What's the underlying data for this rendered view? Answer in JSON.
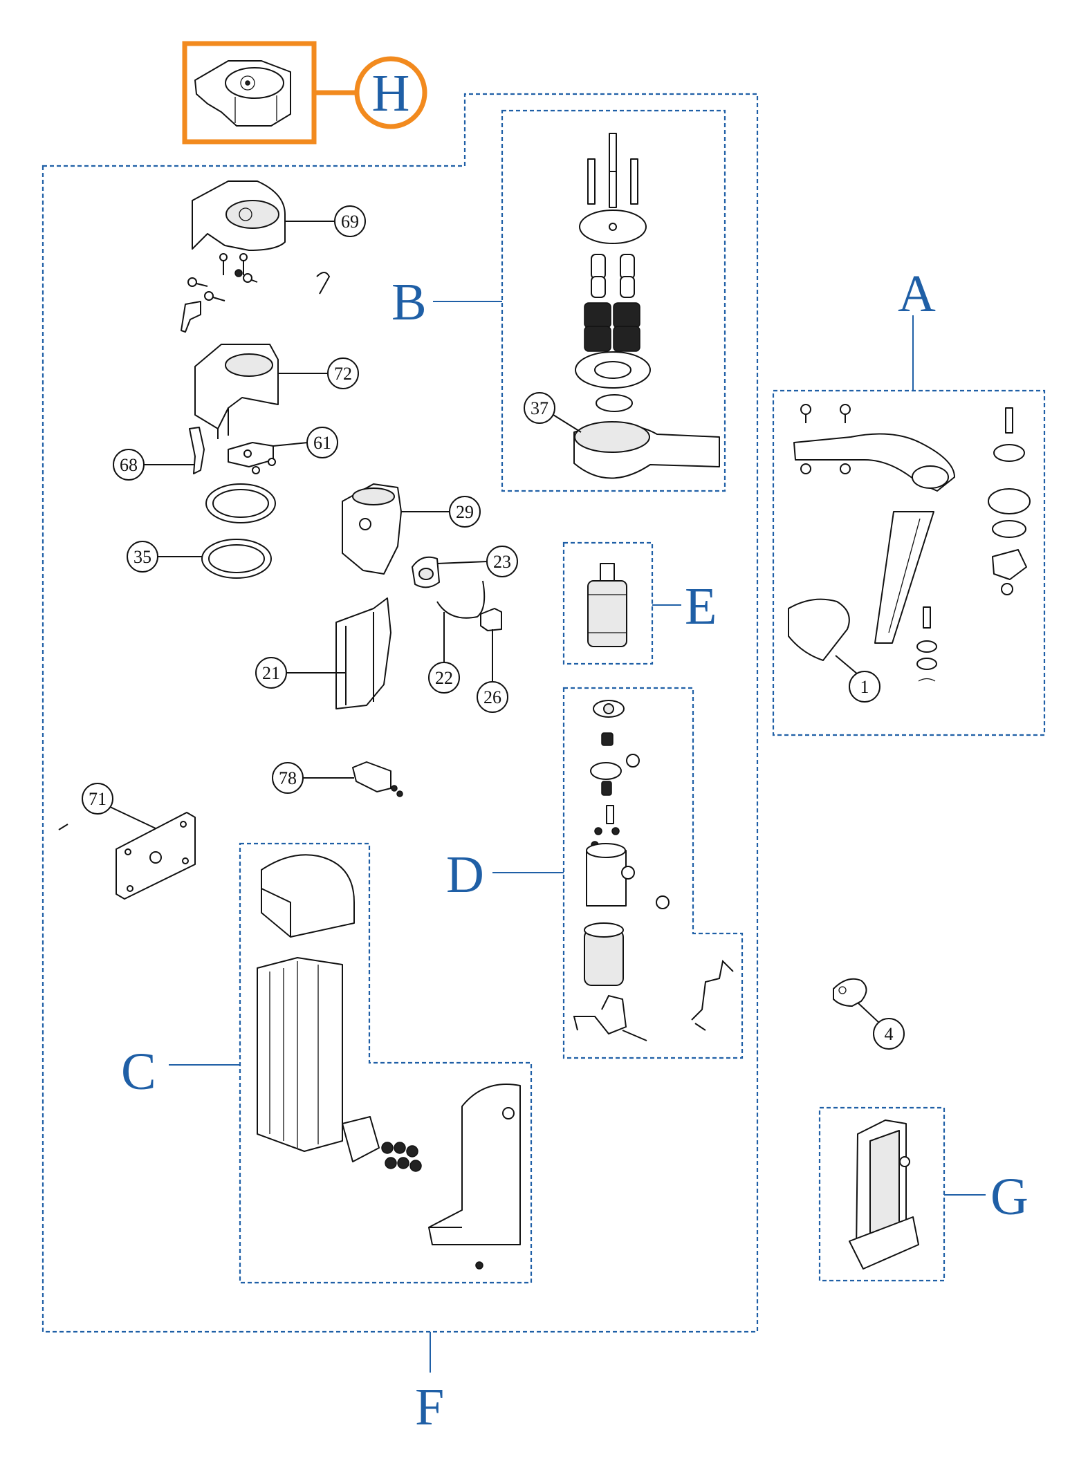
{
  "colors": {
    "group_blue": "#1f5fa6",
    "highlight_orange": "#f28a1e",
    "line_black": "#111111"
  },
  "groups": {
    "A": "A",
    "B": "B",
    "C": "C",
    "D": "D",
    "E": "E",
    "F": "F",
    "G": "G",
    "H": "H"
  },
  "callouts": {
    "c69": "69",
    "c72": "72",
    "c61": "61",
    "c68": "68",
    "c29": "29",
    "c35": "35",
    "c23": "23",
    "c21": "21",
    "c22": "22",
    "c26": "26",
    "c78": "78",
    "c71": "71",
    "c37": "37",
    "c1": "1",
    "c4": "4"
  },
  "highlighted_group": "H"
}
